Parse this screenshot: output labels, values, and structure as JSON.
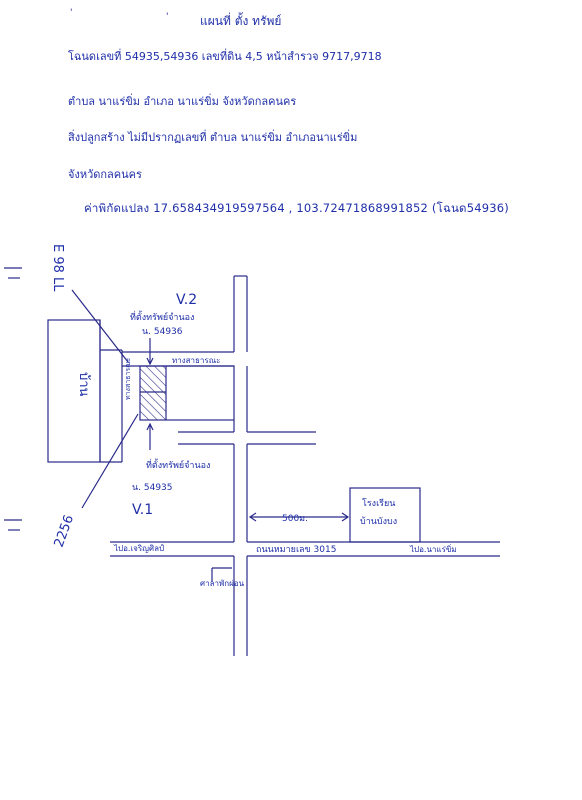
{
  "header": {
    "title": "แผนที่ ตั้ง ทรัพย์",
    "deed_line": "โฉนดเลขที่ 54935,54936   เลขที่ดิน 4,5   หน้าสำรวจ 9717,9718",
    "location_line": "ตำบล นาแร่ขิ่ม   อำเภอ นาแร่ขิ่ม   จังหวัดกลคนคร",
    "building_line": "สิ่งปลูกสร้าง  ไม่มีปรากฏเลขที่   ตำบล นาแร่ขิ่ม   อำเภอนาแร่ขิ่ม",
    "province_line": "จังหวัดกลคนคร",
    "coord_line": "ค่าพิกัดแปลง 17.658434919597564 , 103.72471868991852 (โฉนด54936)"
  },
  "map": {
    "label_v2": "V.2",
    "label_v1": "V.1",
    "land_54936_line1": "ที่ตั้งทรัพย์จำนอง",
    "land_54936_line2": "น. 54936",
    "land_54935_line1": "ที่ตั้งทรัพย์จำนอง",
    "land_54935_line2": "น. 54935",
    "public_way": "ทางสาธารณะ",
    "left_path": "ทางสาธารณะ",
    "left_block": "บ้าน",
    "side_top": "E 98 LL",
    "side_bottom": "2256",
    "distance": "500ม.",
    "school_line1": "โรงเรียน",
    "school_line2": "บ้านบังบง",
    "main_road": "ถนนหมายเลข 3015",
    "to_left": "ไปอ.เจริญศิลป์",
    "to_right": "ไปอ.นาแร่ขิ่ม",
    "bus_stop": "ศาลาพักผ่อน"
  }
}
